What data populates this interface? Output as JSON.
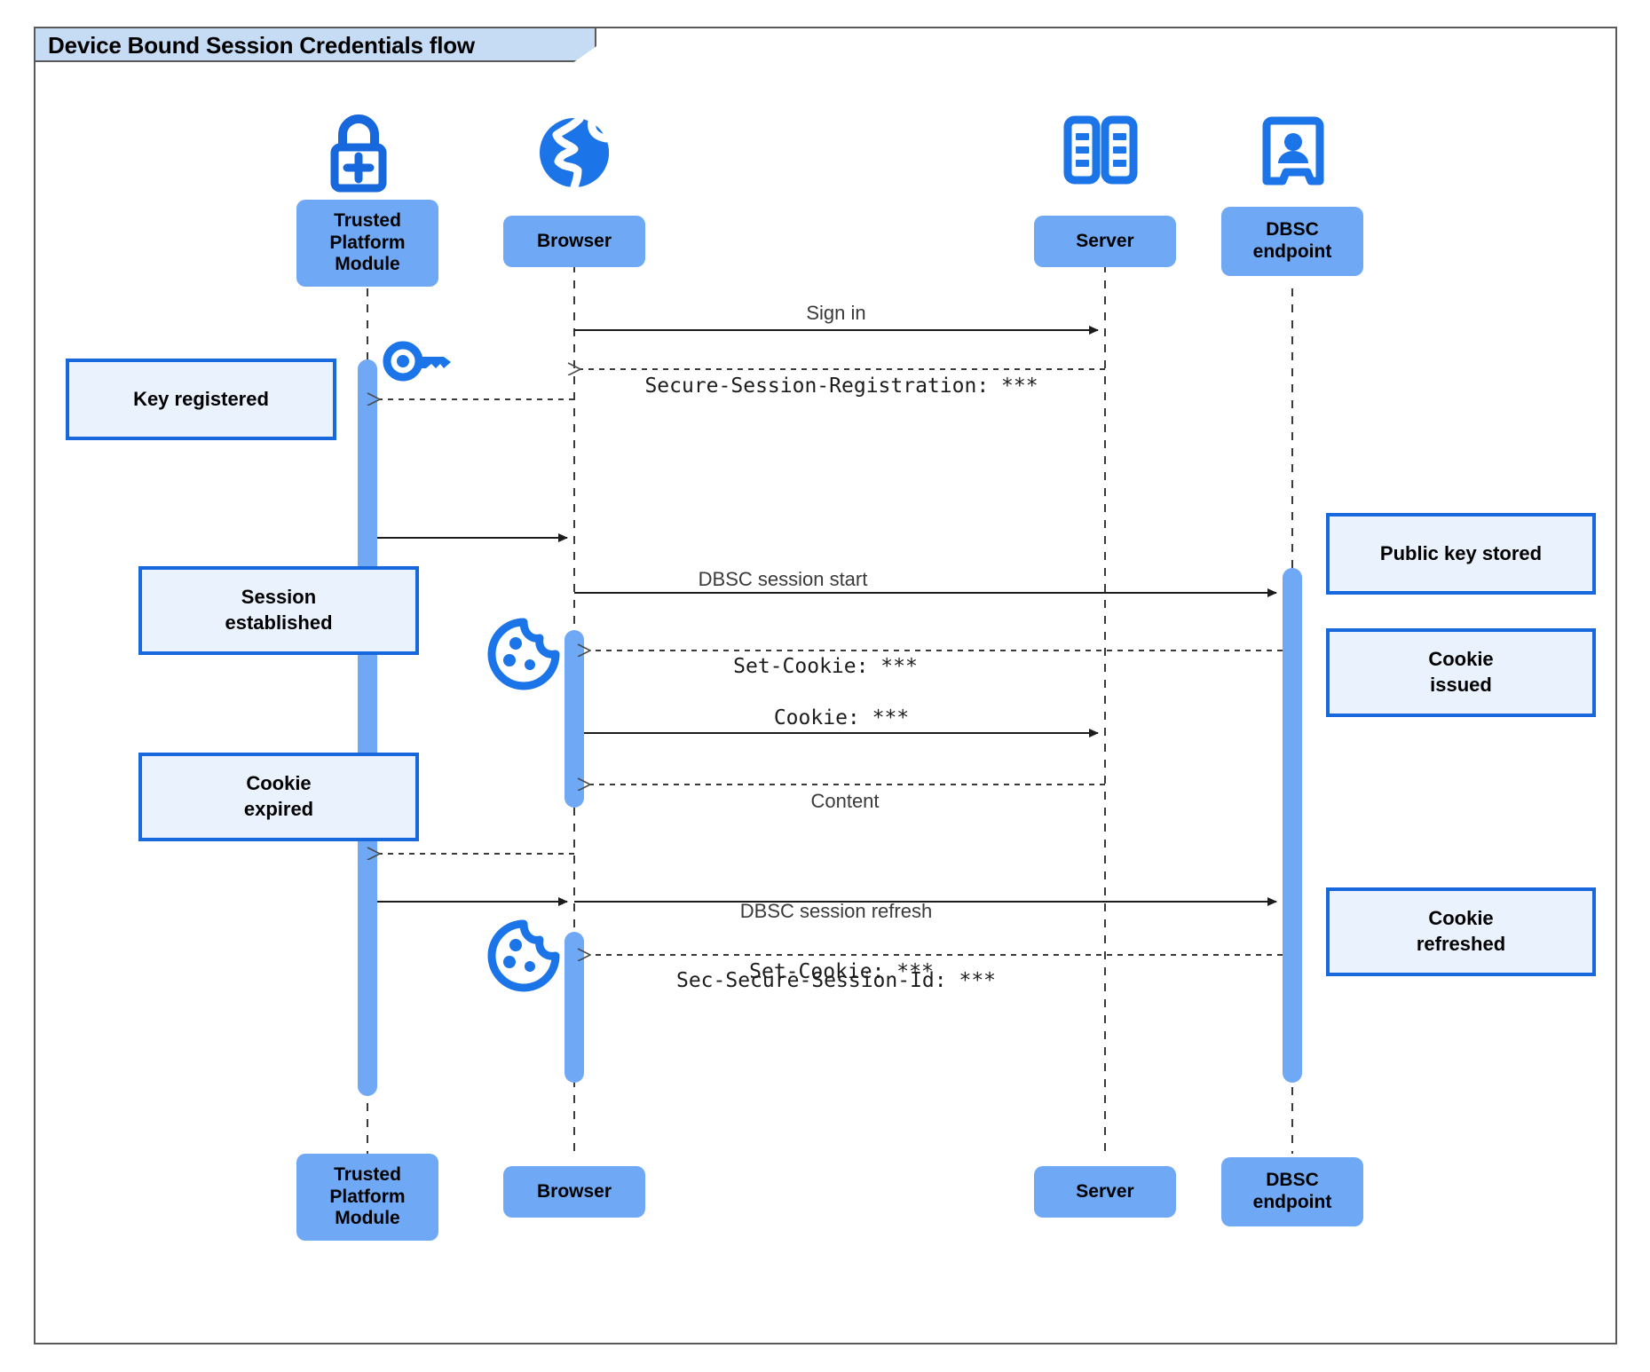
{
  "diagram": {
    "title": "Device Bound Session Credentials flow",
    "type": "sequence-diagram",
    "accent_color": "#1668dc",
    "participant_fill": "#6fa8f5",
    "note_fill": "#eaf2fe",
    "note_border": "#1668dc",
    "title_fill": "#c6dcf5",
    "frame_border": "#5a5a5a"
  },
  "participants": [
    {
      "id": "tpm",
      "label": "Trusted\nPlatform\nModule",
      "icon": "lock-plus-icon"
    },
    {
      "id": "browser",
      "label": "Browser",
      "icon": "globe-icon"
    },
    {
      "id": "server",
      "label": "Server",
      "icon": "server-racks-icon"
    },
    {
      "id": "dbsc",
      "label": "DBSC\nendpoint",
      "icon": "id-badge-icon"
    }
  ],
  "participants_bottom": [
    {
      "id": "tpm",
      "label": "Trusted\nPlatform\nModule"
    },
    {
      "id": "browser",
      "label": "Browser"
    },
    {
      "id": "server",
      "label": "Server"
    },
    {
      "id": "dbsc",
      "label": "DBSC\nendpoint"
    }
  ],
  "messages": [
    {
      "id": "m1",
      "text": "Sign in",
      "style": "sans",
      "line": "solid",
      "from": "browser",
      "to": "server"
    },
    {
      "id": "m2",
      "text": "Secure-Session-Registration: ***",
      "style": "mono",
      "line": "dashed",
      "from": "server",
      "to": "browser"
    },
    {
      "id": "m3",
      "text": "",
      "style": "none",
      "line": "solid",
      "from": "tpm",
      "to": "browser"
    },
    {
      "id": "m4",
      "text": "DBSC session start",
      "style": "sans",
      "line": "solid",
      "from": "browser",
      "to": "dbsc"
    },
    {
      "id": "m5",
      "text": "Set-Cookie: ***",
      "style": "mono",
      "line": "dashed",
      "from": "dbsc",
      "to": "browser"
    },
    {
      "id": "m6",
      "text": "Cookie: ***",
      "style": "mono",
      "line": "solid",
      "from": "browser",
      "to": "server"
    },
    {
      "id": "m7",
      "text": "Content",
      "style": "sans",
      "line": "dashed",
      "from": "server",
      "to": "browser"
    },
    {
      "id": "m8",
      "text": "",
      "style": "none",
      "line": "dashed",
      "from": "browser",
      "to": "tpm"
    },
    {
      "id": "m9",
      "text_line1": "DBSC session refresh",
      "text_line2": "Sec-Secure-Session-Id: ***",
      "style": "mixed",
      "line": "solid",
      "from": "tpm",
      "to": "dbsc"
    },
    {
      "id": "m10",
      "text": "Set-Cookie: ***",
      "style": "mono",
      "line": "dashed",
      "from": "dbsc",
      "to": "browser"
    }
  ],
  "notes": [
    {
      "id": "n1",
      "text": "Key registered",
      "side": "left"
    },
    {
      "id": "n2",
      "text": "Session\nestablished",
      "side": "left"
    },
    {
      "id": "n3",
      "text": "Cookie\nexpired",
      "side": "left"
    },
    {
      "id": "n4",
      "text": "Public key stored",
      "side": "right"
    },
    {
      "id": "n5",
      "text": "Cookie\nissued",
      "side": "right"
    },
    {
      "id": "n6",
      "text": "Cookie\nrefreshed",
      "side": "right"
    }
  ],
  "inline_icons": [
    {
      "id": "i1",
      "name": "key-icon",
      "near": "tpm"
    },
    {
      "id": "i2",
      "name": "cookie-icon",
      "near": "browser"
    },
    {
      "id": "i3",
      "name": "cookie-icon",
      "near": "browser"
    }
  ]
}
